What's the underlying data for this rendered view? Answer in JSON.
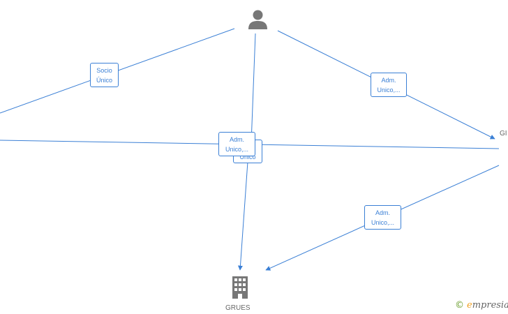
{
  "nodes": {
    "company_label": "GRUES",
    "right_label": "GI"
  },
  "edges": {
    "socio_unico": [
      "Socio",
      "Único"
    ],
    "adm_top_right": [
      "Adm.",
      "Unico,..."
    ],
    "adm_center": [
      "Adm.",
      "Unico,..."
    ],
    "center_under": [
      "Unico"
    ],
    "adm_bottom_right": [
      "Adm.",
      "Unico,..."
    ]
  },
  "brand": {
    "copyright": "©",
    "initial": "e",
    "rest": "mpresia"
  },
  "colors": {
    "edge": "#3a7fd5",
    "icon": "#777777"
  }
}
